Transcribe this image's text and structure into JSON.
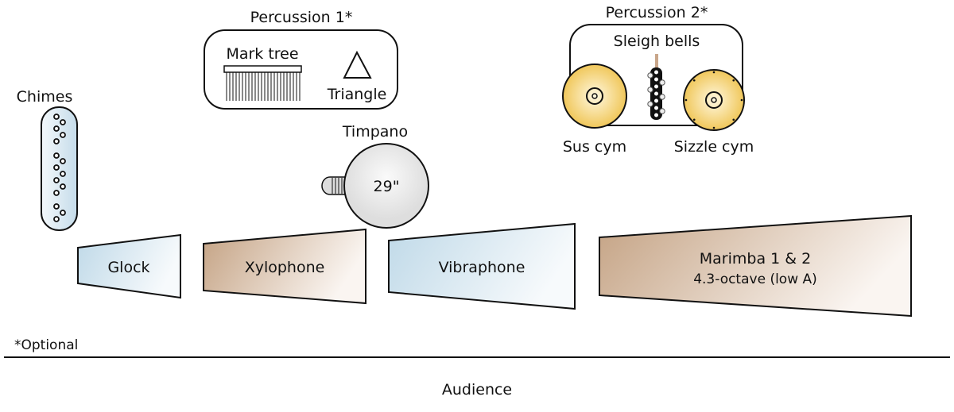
{
  "percussion1": {
    "title": "Percussion 1*",
    "mark_tree": "Mark tree",
    "triangle": "Triangle"
  },
  "percussion2": {
    "title": "Percussion 2*",
    "sleigh_bells": "Sleigh bells",
    "sus_cym": "Sus cym",
    "sizzle_cym": "Sizzle cym"
  },
  "chimes": "Chimes",
  "timpano": {
    "label": "Timpano",
    "size": "29\""
  },
  "instruments": {
    "glock": "Glock",
    "xylophone": "Xylophone",
    "vibraphone": "Vibraphone",
    "marimba": "Marimba 1 & 2",
    "marimba_note": "4.3-octave (low A)"
  },
  "footnote": "*Optional",
  "audience": "Audience",
  "colors": {
    "blue_fill": "#c9dfeb",
    "wood_fill": "#c9a68a",
    "cymbal_fill": "#f2c95a",
    "timpani_fill": "#e6e6e6"
  }
}
